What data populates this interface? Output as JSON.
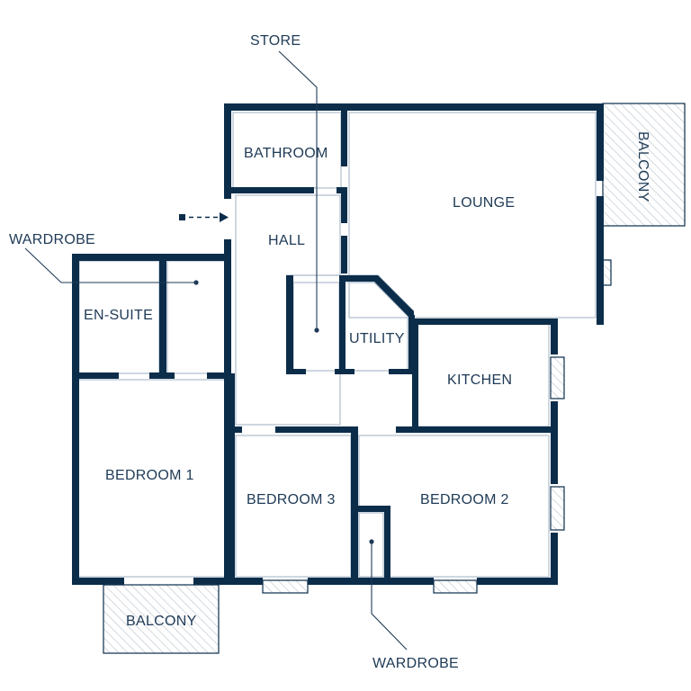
{
  "rooms": {
    "store": "STORE",
    "bathroom": "BATHROOM",
    "lounge": "LOUNGE",
    "balcony_lounge": "BALCONY",
    "hall": "HALL",
    "wardrobe_top": "WARDROBE",
    "en_suite": "EN-SUITE",
    "utility": "UTILITY",
    "kitchen": "KITCHEN",
    "bedroom_1": "BEDROOM 1",
    "bedroom_3": "BEDROOM 3",
    "bedroom_2": "BEDROOM 2",
    "balcony_bedroom": "BALCONY",
    "wardrobe_bottom": "WARDROBE"
  },
  "colors": {
    "wall": "#0b2d4a",
    "text": "#1e3a56",
    "inner_line": "#b9c6d2"
  },
  "icons": {
    "entrance": "dashed-arrow-right-icon"
  }
}
